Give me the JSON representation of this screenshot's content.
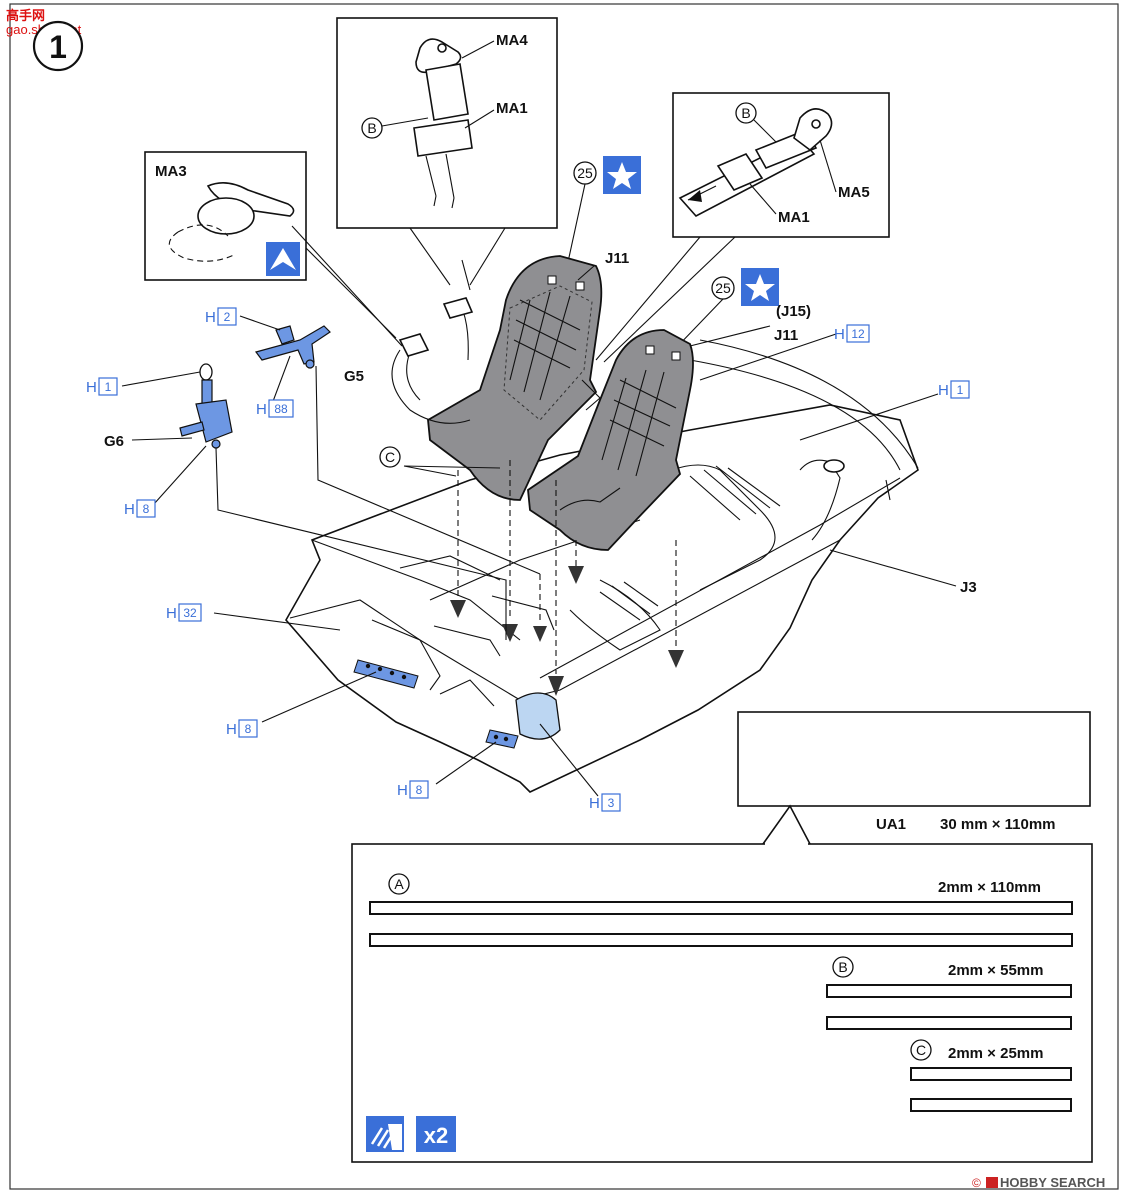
{
  "header": {
    "step_number": "1",
    "watermark": "高手网",
    "watermark_url": "gao.shou.net"
  },
  "callouts": {
    "ma4": "MA4",
    "ma1_top": "MA1",
    "b_top": "B",
    "ma3": "MA3",
    "b_right": "B",
    "ma5": "MA5",
    "ma1_right": "MA1",
    "num25_a": "25",
    "num25_b": "25",
    "j11_a": "J11",
    "j15": "(J15)",
    "j11_b": "J11",
    "g5": "G5",
    "g6": "G6",
    "j3": "J3",
    "c": "C"
  },
  "h_labels": {
    "h2": {
      "letter": "H",
      "num": "2"
    },
    "h88": {
      "letter": "H",
      "num": "88"
    },
    "h1_left": {
      "letter": "H",
      "num": "1"
    },
    "h8_left": {
      "letter": "H",
      "num": "8"
    },
    "h12": {
      "letter": "H",
      "num": "12"
    },
    "h1_right": {
      "letter": "H",
      "num": "1"
    },
    "h32": {
      "letter": "H",
      "num": "32"
    },
    "h8_a": {
      "letter": "H",
      "num": "8"
    },
    "h8_b": {
      "letter": "H",
      "num": "8"
    },
    "h3": {
      "letter": "H",
      "num": "3"
    }
  },
  "decal_sheet": {
    "name": "UA1",
    "size": "30 mm × 110mm",
    "strips": [
      {
        "letter": "A",
        "size": "2mm × 110mm"
      },
      {
        "letter": "B",
        "size": "2mm × 55mm"
      },
      {
        "letter": "C",
        "size": "2mm × 25mm"
      }
    ],
    "multiplier": "x2"
  },
  "footer": {
    "brand": "HOBBY SEARCH",
    "copyright": "©"
  },
  "colors": {
    "accent_blue": "#3a6fd8",
    "part_blue": "#6d97e3",
    "seat_gray": "#8f8f92",
    "cap_lightblue": "#bcd6f2"
  },
  "icons": [
    "star-icon",
    "chevron-up-icon",
    "cut-icon"
  ]
}
